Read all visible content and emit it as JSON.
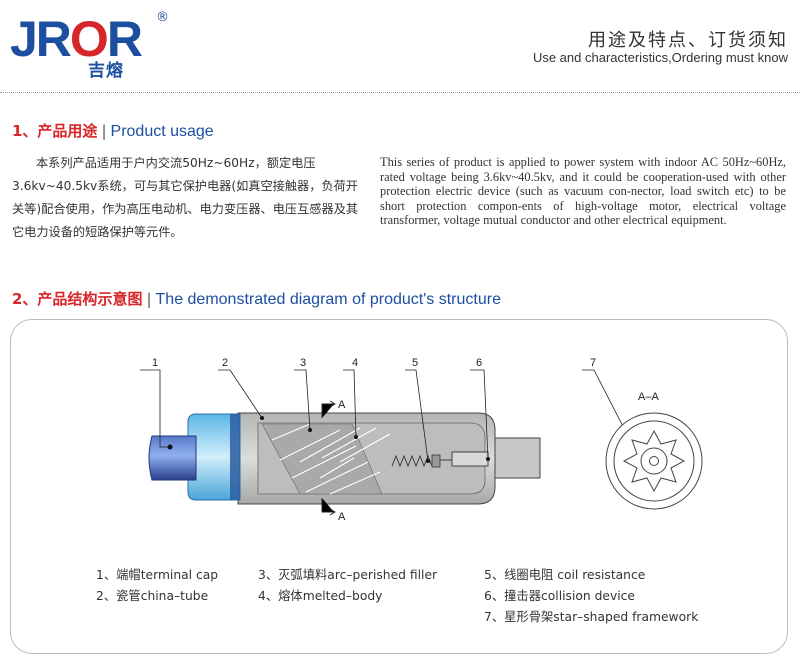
{
  "header": {
    "logo_text_jr": "JR",
    "logo_text_o": "O",
    "logo_text_r": "R",
    "logo_registered": "®",
    "logo_cn": "吉熔",
    "title_cn": "用途及特点、订货须知",
    "title_en": "Use and characteristics,Ordering must know"
  },
  "section1": {
    "heading_cn": "1、产品用途",
    "divider": "|",
    "heading_en": "Product usage",
    "text_cn": "本系列产品适用于户内交流50Hz~60Hz，额定电压3.6kv~40.5kv系统，可与其它保护电器(如真空接触器，负荷开关等)配合使用，作为高压电动机、电力变压器、电压互感器及其它电力设备的短路保护等元件。",
    "text_en": "This series of product is applied to power system with indoor AC 50Hz~60Hz, rated voltage being 3.6kv~40.5kv, and it could be cooperation-used with other protection electric device (such as vacuum con-nector, load switch etc) to be short protection compon-ents of high-voltage motor, electrical voltage transformer, voltage mutual conductor and other electrical equipment."
  },
  "section2": {
    "heading_cn": "2、产品结构示意图",
    "divider": "|",
    "heading_en": "The demonstrated diagram of product's structure"
  },
  "diagram": {
    "callouts": [
      "1",
      "2",
      "3",
      "4",
      "5",
      "6",
      "7"
    ],
    "section_mark": "A",
    "section_view_label": "A–A"
  },
  "legend": [
    {
      "text": "1、端帽terminal cap"
    },
    {
      "text": "2、瓷管china–tube"
    },
    {
      "text": "3、灭弧填料arc–perished filler"
    },
    {
      "text": "4、熔体melted–body"
    },
    {
      "text": "5、线圈电阻 coil resistance"
    },
    {
      "text": "6、撞击器collision device"
    },
    {
      "text": "7、星形骨架star–shaped framework"
    }
  ],
  "colors": {
    "brand_blue": "#1d4fa0",
    "brand_red": "#d7262a",
    "tube_body": "#c9c9c9",
    "cap_blue": "#3d5fb8",
    "cap_light": "#7fc9ec"
  }
}
